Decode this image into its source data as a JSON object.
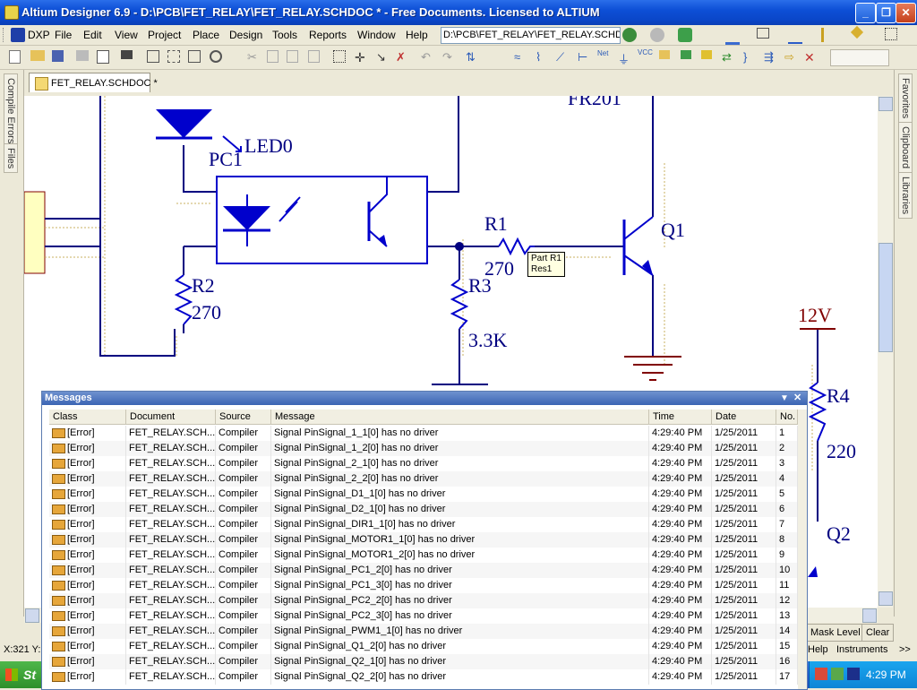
{
  "window": {
    "title": "Altium Designer 6.9 - D:\\PCB\\FET_RELAY\\FET_RELAY.SCHDOC * - Free Documents. Licensed to ALTIUM"
  },
  "menu": {
    "items": [
      "DXP",
      "File",
      "Edit",
      "View",
      "Project",
      "Place",
      "Design",
      "Tools",
      "Reports",
      "Window",
      "Help"
    ],
    "path": "D:\\PCB\\FET_RELAY\\FET_RELAY.SCHD"
  },
  "side_tabs": {
    "left": [
      "Compile Errors",
      "Files"
    ],
    "right": [
      "Favorites",
      "Clipboard",
      "Libraries"
    ]
  },
  "document_tab": {
    "label": "FET_RELAY.SCHDOC *"
  },
  "schematic": {
    "labels": {
      "part_top": "FR201",
      "led": "LED0",
      "pc1": "PC1",
      "r1": "R1",
      "r1_value": "270",
      "q1": "Q1",
      "r2": "R2",
      "r2_value": "270",
      "r3": "R3",
      "r3_value": "3.3K",
      "power": "12V",
      "r4": "R4",
      "r4_value": "220",
      "q2": "Q2"
    },
    "tooltip": {
      "line1": "Part R1",
      "line2": "Res1"
    },
    "colors": {
      "wire": "#000080",
      "part": "#0000CC",
      "power": "#800000",
      "bg": "#FFFFFF"
    }
  },
  "messages": {
    "title": "Messages",
    "columns": [
      "Class",
      "Document",
      "Source",
      "Message",
      "Time",
      "Date",
      "No."
    ],
    "rows": [
      {
        "class": "[Error]",
        "document": "FET_RELAY.SCH...",
        "source": "Compiler",
        "message": "Signal PinSignal_1_1[0] has no driver",
        "time": "4:29:40 PM",
        "date": "1/25/2011",
        "no": "1"
      },
      {
        "class": "[Error]",
        "document": "FET_RELAY.SCH...",
        "source": "Compiler",
        "message": "Signal PinSignal_1_2[0] has no driver",
        "time": "4:29:40 PM",
        "date": "1/25/2011",
        "no": "2"
      },
      {
        "class": "[Error]",
        "document": "FET_RELAY.SCH...",
        "source": "Compiler",
        "message": "Signal PinSignal_2_1[0] has no driver",
        "time": "4:29:40 PM",
        "date": "1/25/2011",
        "no": "3"
      },
      {
        "class": "[Error]",
        "document": "FET_RELAY.SCH...",
        "source": "Compiler",
        "message": "Signal PinSignal_2_2[0] has no driver",
        "time": "4:29:40 PM",
        "date": "1/25/2011",
        "no": "4"
      },
      {
        "class": "[Error]",
        "document": "FET_RELAY.SCH...",
        "source": "Compiler",
        "message": "Signal PinSignal_D1_1[0] has no driver",
        "time": "4:29:40 PM",
        "date": "1/25/2011",
        "no": "5"
      },
      {
        "class": "[Error]",
        "document": "FET_RELAY.SCH...",
        "source": "Compiler",
        "message": "Signal PinSignal_D2_1[0] has no driver",
        "time": "4:29:40 PM",
        "date": "1/25/2011",
        "no": "6"
      },
      {
        "class": "[Error]",
        "document": "FET_RELAY.SCH...",
        "source": "Compiler",
        "message": "Signal PinSignal_DIR1_1[0] has no driver",
        "time": "4:29:40 PM",
        "date": "1/25/2011",
        "no": "7"
      },
      {
        "class": "[Error]",
        "document": "FET_RELAY.SCH...",
        "source": "Compiler",
        "message": "Signal PinSignal_MOTOR1_1[0] has no driver",
        "time": "4:29:40 PM",
        "date": "1/25/2011",
        "no": "8"
      },
      {
        "class": "[Error]",
        "document": "FET_RELAY.SCH...",
        "source": "Compiler",
        "message": "Signal PinSignal_MOTOR1_2[0] has no driver",
        "time": "4:29:40 PM",
        "date": "1/25/2011",
        "no": "9"
      },
      {
        "class": "[Error]",
        "document": "FET_RELAY.SCH...",
        "source": "Compiler",
        "message": "Signal PinSignal_PC1_2[0] has no driver",
        "time": "4:29:40 PM",
        "date": "1/25/2011",
        "no": "10"
      },
      {
        "class": "[Error]",
        "document": "FET_RELAY.SCH...",
        "source": "Compiler",
        "message": "Signal PinSignal_PC1_3[0] has no driver",
        "time": "4:29:40 PM",
        "date": "1/25/2011",
        "no": "11"
      },
      {
        "class": "[Error]",
        "document": "FET_RELAY.SCH...",
        "source": "Compiler",
        "message": "Signal PinSignal_PC2_2[0] has no driver",
        "time": "4:29:40 PM",
        "date": "1/25/2011",
        "no": "12"
      },
      {
        "class": "[Error]",
        "document": "FET_RELAY.SCH...",
        "source": "Compiler",
        "message": "Signal PinSignal_PC2_3[0] has no driver",
        "time": "4:29:40 PM",
        "date": "1/25/2011",
        "no": "13"
      },
      {
        "class": "[Error]",
        "document": "FET_RELAY.SCH...",
        "source": "Compiler",
        "message": "Signal PinSignal_PWM1_1[0] has no driver",
        "time": "4:29:40 PM",
        "date": "1/25/2011",
        "no": "14"
      },
      {
        "class": "[Error]",
        "document": "FET_RELAY.SCH...",
        "source": "Compiler",
        "message": "Signal PinSignal_Q1_2[0] has no driver",
        "time": "4:29:40 PM",
        "date": "1/25/2011",
        "no": "15"
      },
      {
        "class": "[Error]",
        "document": "FET_RELAY.SCH...",
        "source": "Compiler",
        "message": "Signal PinSignal_Q2_1[0] has no driver",
        "time": "4:29:40 PM",
        "date": "1/25/2011",
        "no": "16"
      },
      {
        "class": "[Error]",
        "document": "FET_RELAY.SCH...",
        "source": "Compiler",
        "message": "Signal PinSignal_Q2_2[0] has no driver",
        "time": "4:29:40 PM",
        "date": "1/25/2011",
        "no": "17"
      }
    ]
  },
  "statusbar": {
    "coords": "X:321 Y:",
    "mask_level": "Mask Level",
    "clear": "Clear",
    "help": "Help",
    "instruments": "Instruments",
    "more": ">>"
  },
  "taskbar": {
    "start": "St",
    "clock": "4:29 PM"
  }
}
